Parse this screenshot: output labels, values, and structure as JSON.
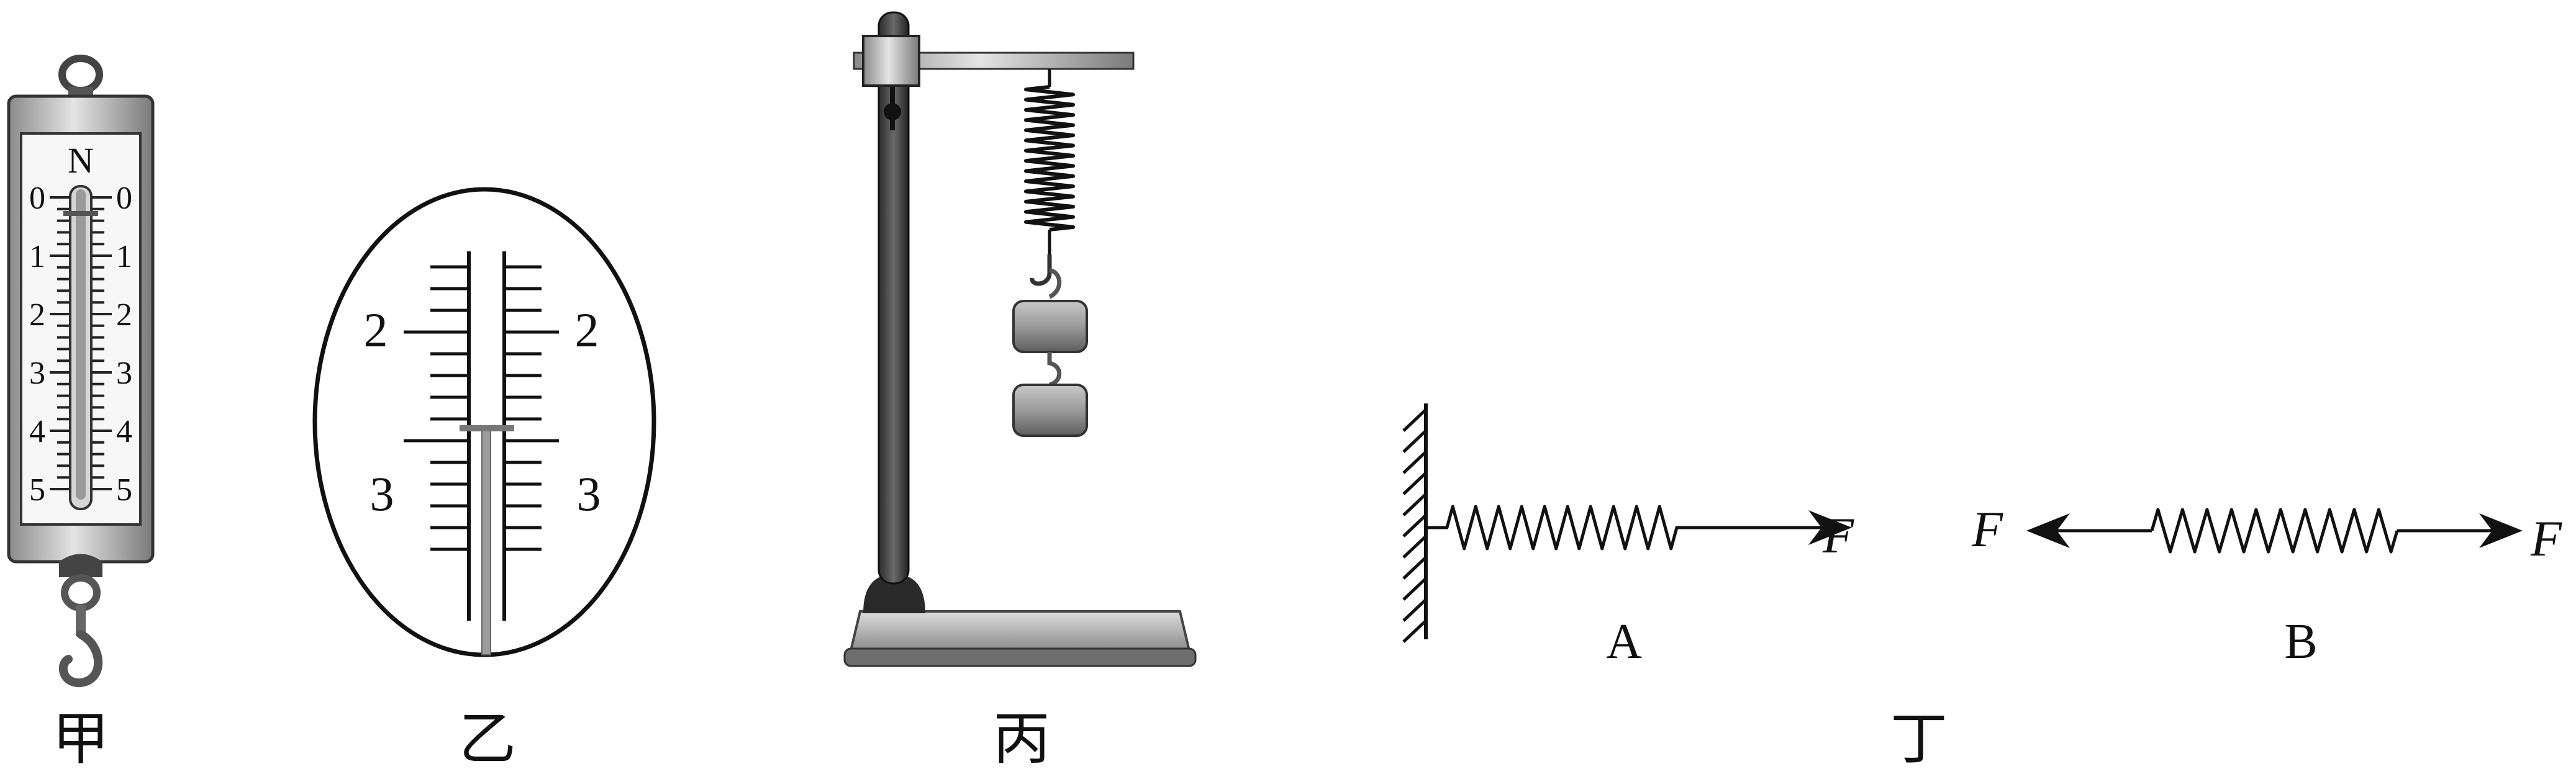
{
  "panels": {
    "jia": {
      "caption": "甲",
      "unit": "N",
      "scale_labels": [
        "0",
        "1",
        "2",
        "3",
        "4",
        "5"
      ]
    },
    "yi": {
      "caption": "乙",
      "scale_labels": [
        "2",
        "3"
      ]
    },
    "bing": {
      "caption": "丙"
    },
    "ding": {
      "caption": "丁",
      "sub_a": {
        "label": "A",
        "force": "F"
      },
      "sub_b": {
        "label": "B",
        "force_left": "F",
        "force_right": "F"
      }
    }
  }
}
